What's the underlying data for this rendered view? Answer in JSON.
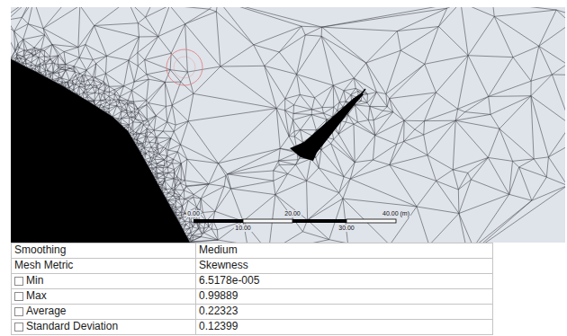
{
  "diagram": {
    "labels": [
      "Smoothing",
      "Medium",
      "Mesh Metric",
      "Skewness",
      "Min",
      "6.5178e-005",
      "Max",
      "0.99889",
      "Average",
      "0.22323",
      "Standard Deviation",
      "0.12399",
      "0.00",
      "20.00",
      "40.00 (m)",
      "10.00",
      "30.00"
    ]
  }
}
